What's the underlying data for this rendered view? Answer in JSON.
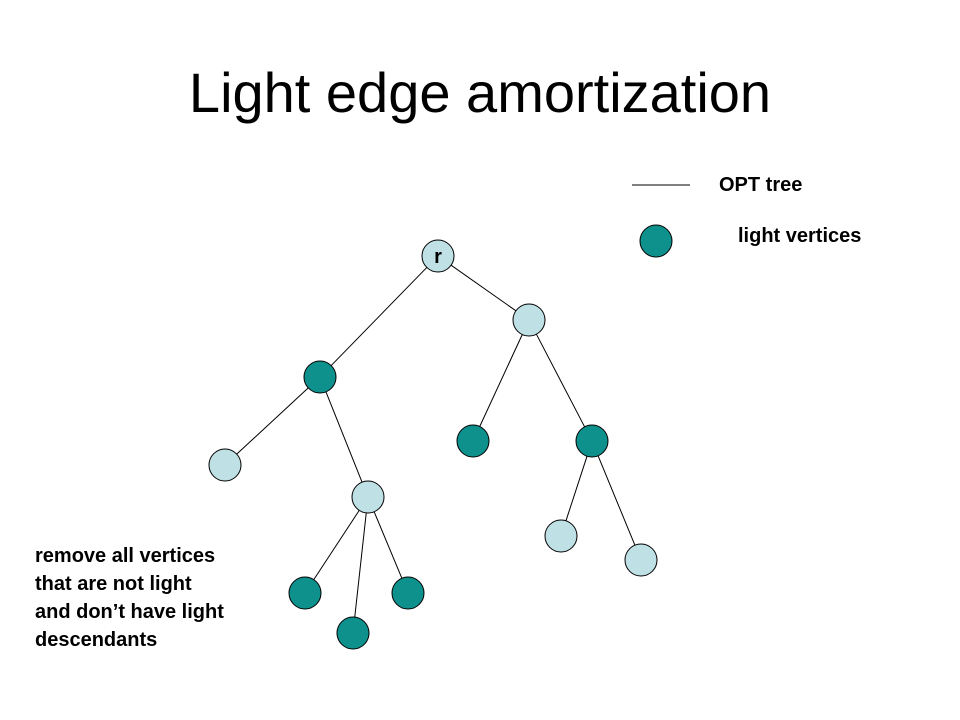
{
  "title": "Light edge amortization",
  "legend": {
    "edge_label": "OPT tree",
    "vertex_label": "light vertices"
  },
  "colors": {
    "light_vertex": "#0E918C",
    "other_vertex": "#BFE1E6",
    "stroke": "#000000"
  },
  "tree": {
    "root_label": "r",
    "nodes": [
      {
        "id": "r",
        "light": false
      },
      {
        "id": "a",
        "light": false
      },
      {
        "id": "b",
        "light": true
      },
      {
        "id": "c",
        "light": false
      },
      {
        "id": "d",
        "light": false
      },
      {
        "id": "e",
        "light": true
      },
      {
        "id": "f",
        "light": true
      },
      {
        "id": "g",
        "light": true
      },
      {
        "id": "h",
        "light": true
      },
      {
        "id": "i",
        "light": true
      },
      {
        "id": "j",
        "light": false
      },
      {
        "id": "k",
        "light": false
      }
    ],
    "edges": [
      [
        "r",
        "b"
      ],
      [
        "r",
        "a"
      ],
      [
        "b",
        "c"
      ],
      [
        "b",
        "d"
      ],
      [
        "d",
        "g"
      ],
      [
        "d",
        "h"
      ],
      [
        "d",
        "i"
      ],
      [
        "a",
        "e"
      ],
      [
        "a",
        "f"
      ],
      [
        "f",
        "j"
      ],
      [
        "f",
        "k"
      ]
    ]
  },
  "note": {
    "lines": [
      "remove all vertices",
      "that are not light",
      "and don’t have light",
      "descendants"
    ]
  }
}
